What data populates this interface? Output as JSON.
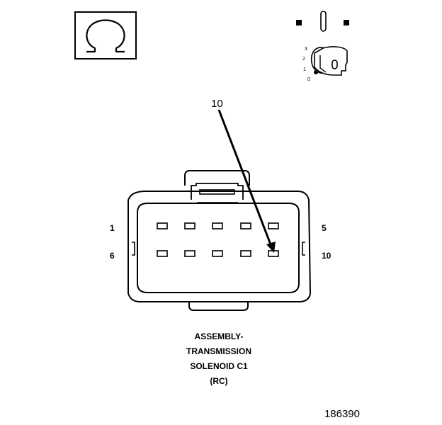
{
  "symbols": {
    "meter_icon": "ohm-icon",
    "switch_icon": "ignition-key-icon"
  },
  "key_positions": [
    "3",
    "2",
    "1",
    "0"
  ],
  "callout": {
    "label": "10"
  },
  "pin_labels": {
    "top_left": "1",
    "top_right": "5",
    "bottom_left": "6",
    "bottom_right": "10"
  },
  "title_lines": [
    "ASSEMBLY-",
    "TRANSMISSION",
    "SOLENOID C1",
    "(RC)"
  ],
  "figure_id": "186390",
  "colors": {
    "ink": "#000000",
    "background": "#ffffff"
  }
}
